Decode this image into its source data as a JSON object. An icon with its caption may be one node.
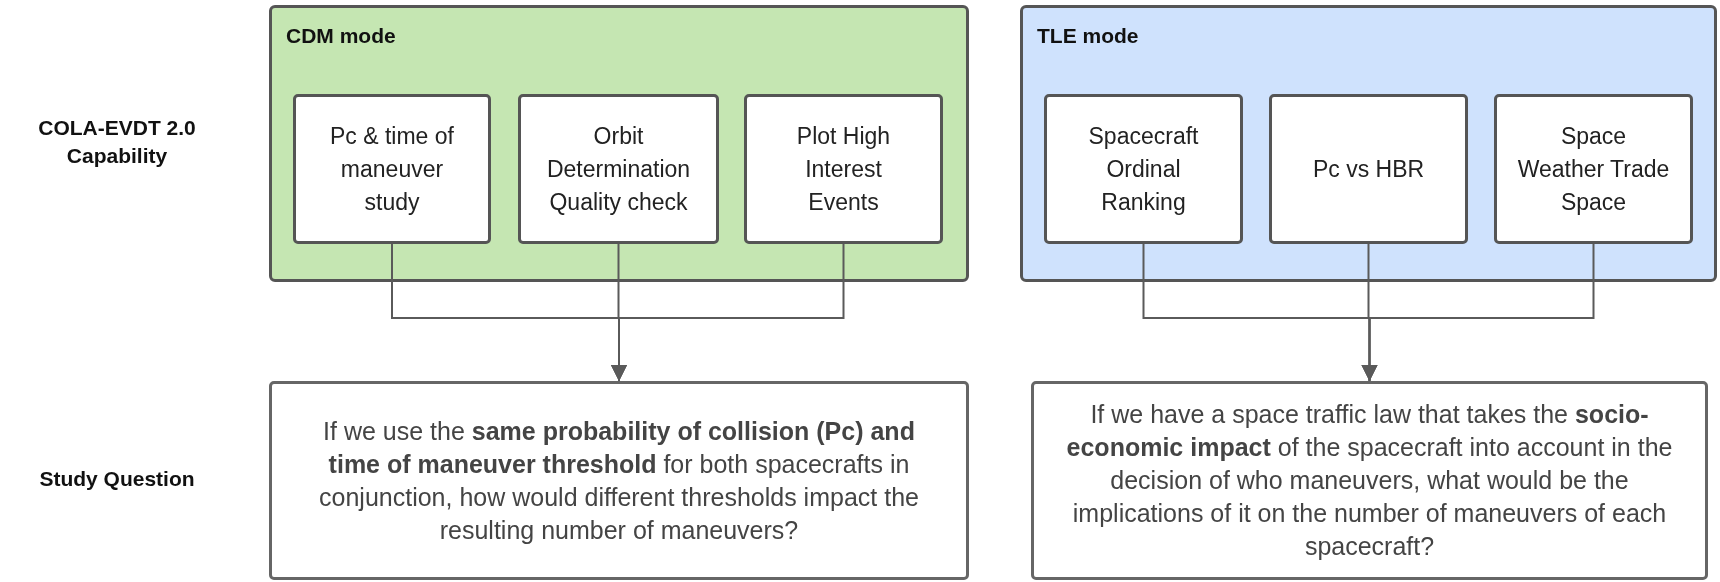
{
  "diagram": {
    "nodes": [
      {
        "text": [
          "CDM mode"
        ]
      },
      {
        "text": [
          "Pc & time of maneuver study"
        ],
        "in": 0
      },
      {
        "text": [
          "Orbit Determination Quality check"
        ],
        "in": 0
      },
      {
        "text": [
          "Plot High Interest Events"
        ],
        "in": 0
      },
      {
        "text": [
          "TLE mode"
        ]
      },
      {
        "text": [
          "Spacecraft Ordinal Ranking"
        ],
        "in": 4
      },
      {
        "text": [
          "Pc vs HBR"
        ],
        "in": 4
      },
      {
        "text": [
          "Space Weather Trade Space"
        ],
        "in": 4
      },
      {
        "text": [
          "If we use the **same probability of collision (Pc) and time of maneuver threshold** for both spacecrafts in conjunction, how would different thresholds impact the resulting number of maneuvers?"
        ]
      },
      {
        "text": [
          "If we have a space traffic law that takes the **socio-economic impact** of the spacecraft into account in the decision of who maneuvers, what would be the implications of it on the number of maneuvers of each spacecraft?"
        ]
      }
    ],
    "edges": [
      {
        "from": 1,
        "to": 8,
        "arrow": "to"
      },
      {
        "from": 2,
        "to": 8,
        "arrow": "to"
      },
      {
        "from": 3,
        "to": 8,
        "arrow": "to"
      },
      {
        "from": 5,
        "to": 9,
        "arrow": "to"
      },
      {
        "from": 6,
        "to": 9,
        "arrow": "to"
      },
      {
        "from": 7,
        "to": 9,
        "arrow": "to"
      }
    ],
    "labels": [
      "COLA-EVDT 2.0 Capability",
      "Study Question"
    ]
  }
}
